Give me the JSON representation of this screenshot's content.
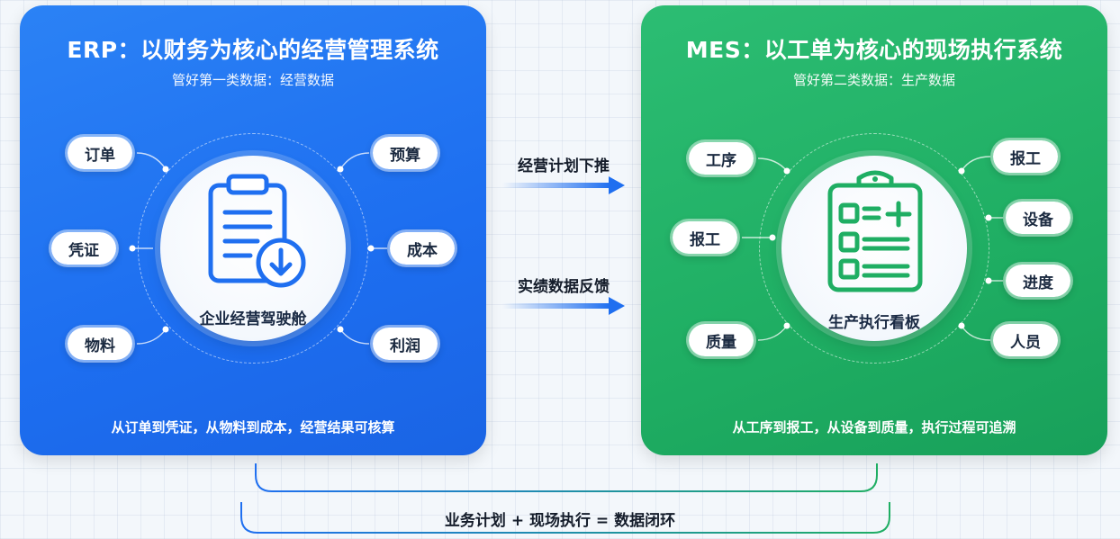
{
  "erp": {
    "title": "ERP：以财务为核心的经营管理系统",
    "subtitle": "管好第一类数据：经营数据",
    "hub_label": "企业经营驾驶舱",
    "left_items": [
      "订单",
      "凭证",
      "物料"
    ],
    "right_items": [
      "预算",
      "成本",
      "利润"
    ],
    "footer": "从订单到凭证，从物料到成本，经营结果可核算",
    "hub_icon": "clipboard-download-icon",
    "color": "#1f6ff0"
  },
  "mes": {
    "title": "MES：以工单为核心的现场执行系统",
    "subtitle": "管好第二类数据：生产数据",
    "hub_label": "生产执行看板",
    "left_items": [
      "工序",
      "报工",
      "质量"
    ],
    "right_items": [
      "报工",
      "设备",
      "进度",
      "人员"
    ],
    "footer": "从工序到报工，从设备到质量，执行过程可追溯",
    "hub_icon": "clipboard-checklist-icon",
    "color": "#1fae63"
  },
  "flows": {
    "top": "经营计划下推",
    "bottom": "实绩数据反馈"
  },
  "bottom_label": "业务计划 + 现场执行 = 数据闭环"
}
